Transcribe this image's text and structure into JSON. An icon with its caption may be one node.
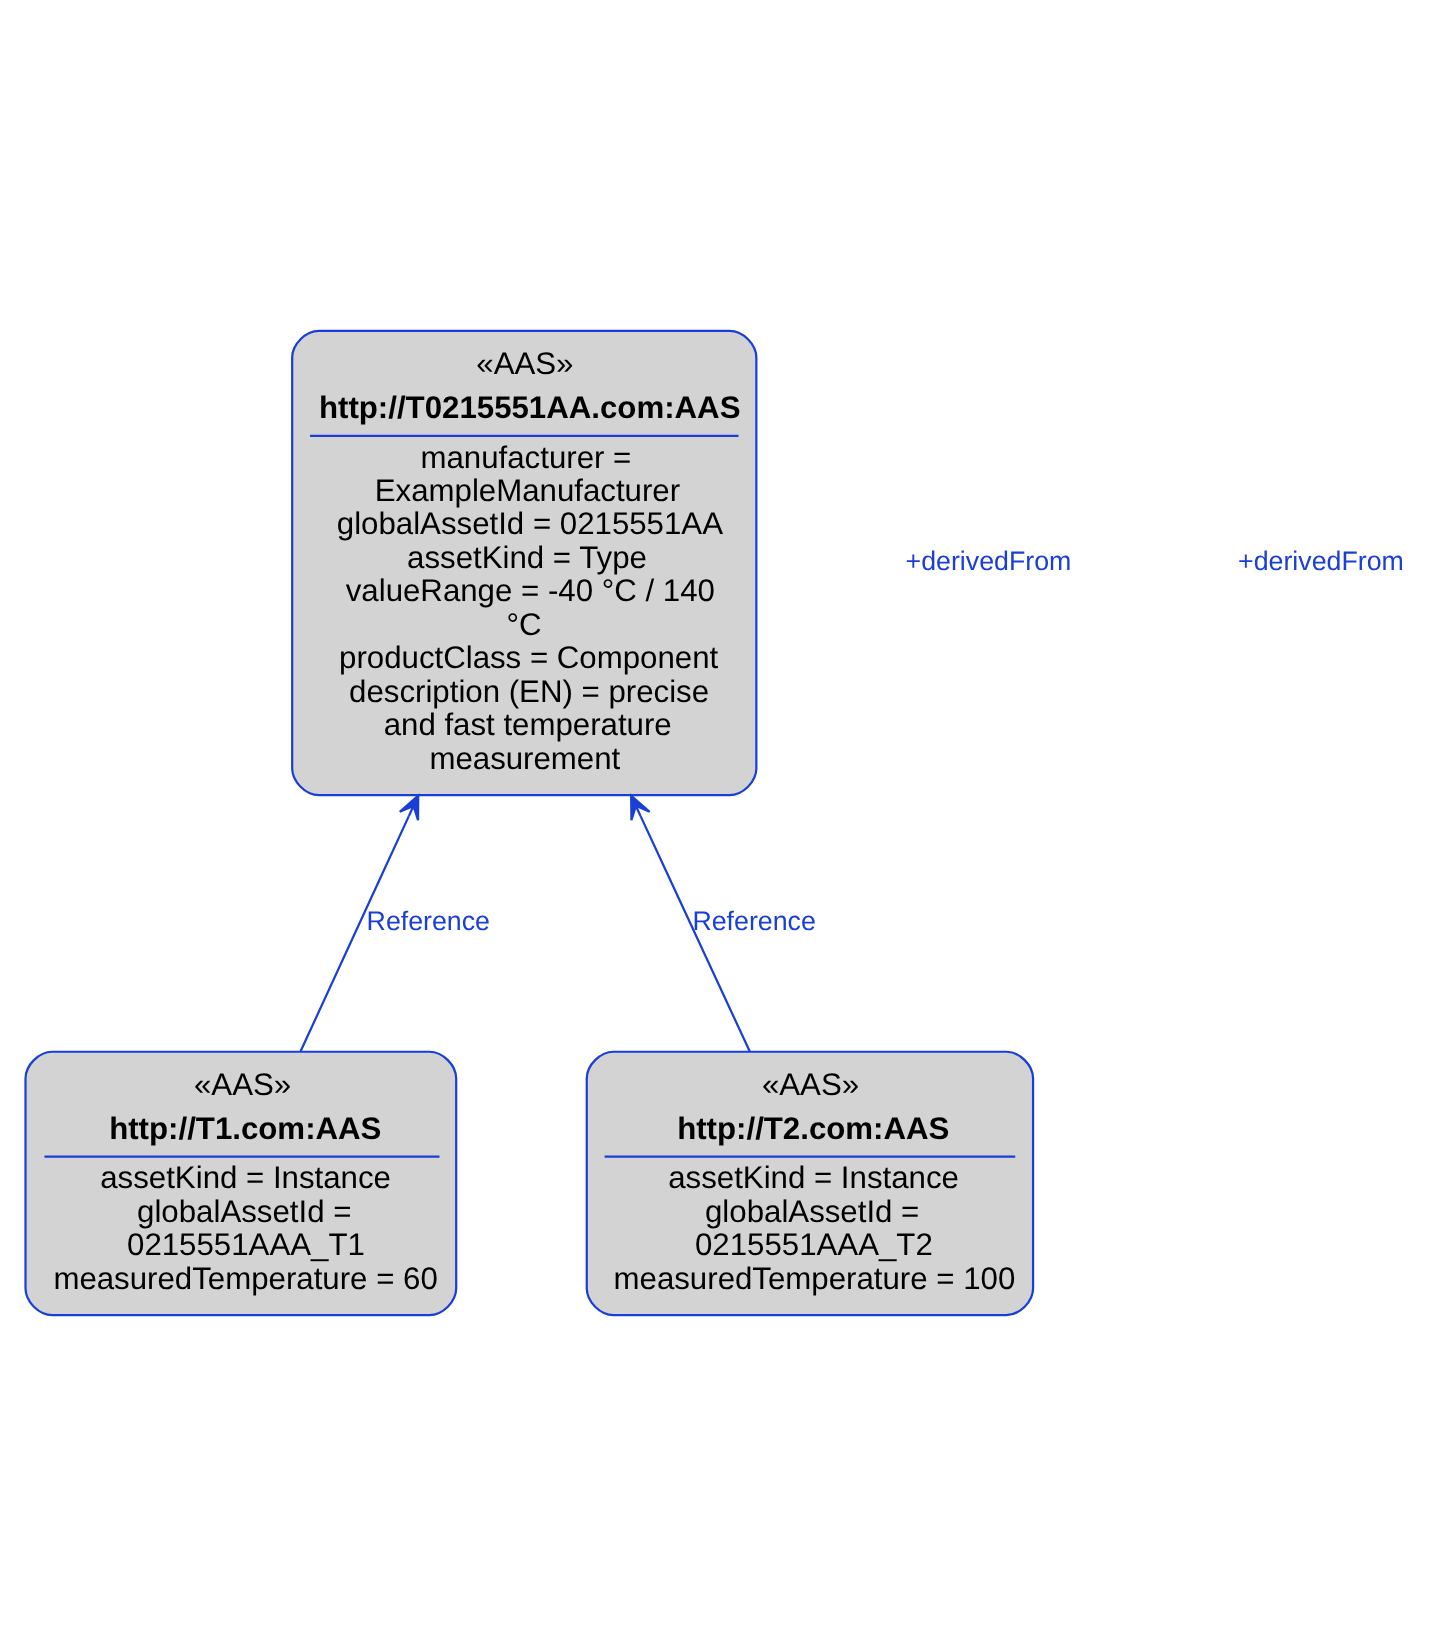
{
  "diagram": {
    "nodes": [
      {
        "text": [
          "«AAS»",
          "http://T0215551AA.com:AAS",
          "manufacturer = ExampleManufacturer",
          "globalAssetId = 0215551AA",
          "assetKind = Type",
          "valueRange = -40 °C / 140 °C",
          "productClass = Component",
          "description (EN) = precise and fast temperature measurement"
        ]
      },
      {
        "text": [
          "«AAS»",
          "http://T1.com:AAS",
          "assetKind = Instance",
          "globalAssetId = 0215551AAA_T1",
          "measuredTemperature = 60"
        ]
      },
      {
        "text": [
          "«AAS»",
          "http://T2.com:AAS",
          "assetKind = Instance",
          "globalAssetId = 0215551AAA_T2",
          "measuredTemperature = 100"
        ]
      }
    ],
    "edges": [
      {
        "from": 1,
        "to": 0,
        "arrow": "to",
        "label": "Reference"
      },
      {
        "from": 2,
        "to": 0,
        "arrow": "to",
        "label": "Reference"
      }
    ],
    "labels": [
      "+derivedFrom",
      "+derivedFrom"
    ]
  }
}
